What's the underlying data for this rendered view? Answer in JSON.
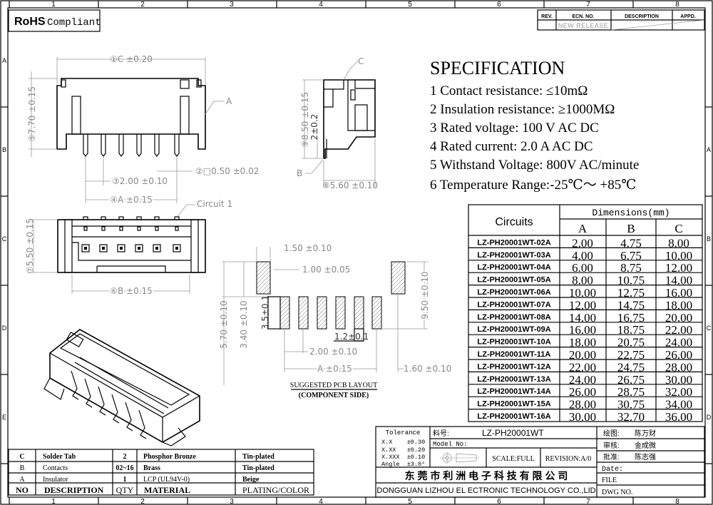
{
  "frame": {
    "columns": [
      "1",
      "2",
      "3",
      "4",
      "5",
      "6",
      "7",
      "8"
    ],
    "rows": [
      "A",
      "B",
      "C",
      "D",
      "E"
    ]
  },
  "rohs": {
    "brand": "RoHS",
    "label": "Compliant"
  },
  "revision_block": {
    "headers": [
      "REV.",
      "ECN.  NO.",
      "DESCRIPTION",
      "APPD."
    ],
    "row": {
      "rev": "",
      "ecn": "NEW RELEASE",
      "description": "",
      "appd": ""
    }
  },
  "specification": {
    "title": "SPECIFICATION",
    "items": [
      "1 Contact resistance: ≤10mΩ",
      "2 Insulation resistance: ≥1000MΩ",
      "3 Rated voltage: 100 V AC DC",
      "4 Rated current: 2.0 A AC DC",
      "5 Withstand Voltage: 800V AC/minute",
      "6 Temperature Range:-25℃～ +85℃"
    ]
  },
  "dimension_table": {
    "circuits_header": "Circuits",
    "dimensions_header": "Dimensions(mm)",
    "columns": [
      "A",
      "B",
      "C"
    ],
    "rows": [
      {
        "part": "LZ-PH20001WT-02A",
        "a": "2.00",
        "b": "4.75",
        "c": "8.00"
      },
      {
        "part": "LZ-PH20001WT-03A",
        "a": "4.00",
        "b": "6.75",
        "c": "10.00"
      },
      {
        "part": "LZ-PH20001WT-04A",
        "a": "6.00",
        "b": "8.75",
        "c": "12.00"
      },
      {
        "part": "LZ-PH20001WT-05A",
        "a": "8.00",
        "b": "10.75",
        "c": "14.00"
      },
      {
        "part": "LZ-PH20001WT-06A",
        "a": "10.00",
        "b": "12.75",
        "c": "16.00"
      },
      {
        "part": "LZ-PH20001WT-07A",
        "a": "12.00",
        "b": "14.75",
        "c": "18.00"
      },
      {
        "part": "LZ-PH20001WT-08A",
        "a": "14.00",
        "b": "16.75",
        "c": "20.00"
      },
      {
        "part": "LZ-PH20001WT-09A",
        "a": "16.00",
        "b": "18.75",
        "c": "22.00"
      },
      {
        "part": "LZ-PH20001WT-10A",
        "a": "18.00",
        "b": "20.75",
        "c": "24.00"
      },
      {
        "part": "LZ-PH20001WT-11A",
        "a": "20.00",
        "b": "22.75",
        "c": "26.00"
      },
      {
        "part": "LZ-PH20001WT-12A",
        "a": "22.00",
        "b": "24.75",
        "c": "28.00"
      },
      {
        "part": "LZ-PH20001WT-13A",
        "a": "24.00",
        "b": "26.75",
        "c": "30.00"
      },
      {
        "part": "LZ-PH20001WT-14A",
        "a": "26.00",
        "b": "28.75",
        "c": "32.00"
      },
      {
        "part": "LZ-PH20001WT-15A",
        "a": "28.00",
        "b": "30.75",
        "c": "34.00"
      },
      {
        "part": "LZ-PH20001WT-16A",
        "a": "30.00",
        "b": "32.70",
        "c": "36.00"
      }
    ]
  },
  "front_view": {
    "dim_c": "①C ±0.20",
    "dim_height": "⑤7.70 ±0.15",
    "dim_pin": "②□0.50 ±0.02",
    "dim_pitch": "③2.00 ±0.10",
    "dim_a": "④A ±0.15",
    "callout_a": "A",
    "callout_circuit": "Circuit 1"
  },
  "side_view": {
    "callout_c": "C",
    "callout_b": "B",
    "dim_height": "⑨8.50 ±0.15",
    "dim_pin": "2±0.2",
    "dim_depth": "⑧5.60 ±0.10"
  },
  "bottom_view": {
    "dim_height": "⑦5.50 ±0.15",
    "dim_b": "⑥B ±0.15"
  },
  "pcb_layout": {
    "dim_tab_width": "1.50 ±0.10",
    "dim_pad_width": "1.00 ±0.05",
    "dim_5_70": "5.70 ±0.10",
    "dim_3_40": "3.40 ±0.10",
    "dim_pad_len": "3.5±0.1",
    "dim_pad_ext": "1.2±0.1",
    "dim_pitch": "2.00 ±0.10",
    "dim_a": "A ±0.15",
    "dim_1_60": "1.60 ±0.10",
    "dim_9_50": "9.50 ±0.10",
    "title": "SUGGESTED PCB LAYOUT",
    "subtitle": "(COMPONENT SIDE)"
  },
  "bom": {
    "rows": [
      {
        "no": "C",
        "description": "Solder Tab",
        "qty": "2",
        "material": "Phosphor Bronze",
        "plating": "Tin-plated"
      },
      {
        "no": "B",
        "description": "Contacts",
        "qty": "02~16",
        "material": "Brass",
        "plating": "Tin-plated"
      },
      {
        "no": "A",
        "description": "Insulator",
        "qty": "1",
        "material": "LCP (UL94V-0)",
        "plating": "Beige"
      }
    ],
    "header": {
      "no": "NO",
      "description": "DESCRIPTION",
      "qty": "QTY",
      "material": "MATERIAL",
      "plating": "PLATING/COLOR"
    }
  },
  "title_block": {
    "tolerance_title": "Tolerance",
    "tolerances": [
      "X.X    ±0.30",
      "X.XX   ±0.20",
      "X.XXX  ±0.10",
      "Angle  ±3.0°"
    ],
    "part_label": "料号:",
    "part_number": "LZ-PH20001WT",
    "model_label": "Model No:",
    "scale": "SCALE:FULL",
    "revision": "REVISION:A/0",
    "drawn_label": "绘图:",
    "drawn_by": "陈万财",
    "checked_label": "审核:",
    "checked_by": "金成微",
    "approved_label": "批准:",
    "approved_by": "陈志强",
    "date_label": "Date:",
    "file_label": "FILE",
    "dwg_label": "DWG NO.",
    "company_cn": "东 莞 市 利 洲 电 子 科 技 有 限 公 司",
    "company_en": "DONGGUAN LIZHOU EL ECTRONIC TECHNOLOGY CO.,LID"
  }
}
